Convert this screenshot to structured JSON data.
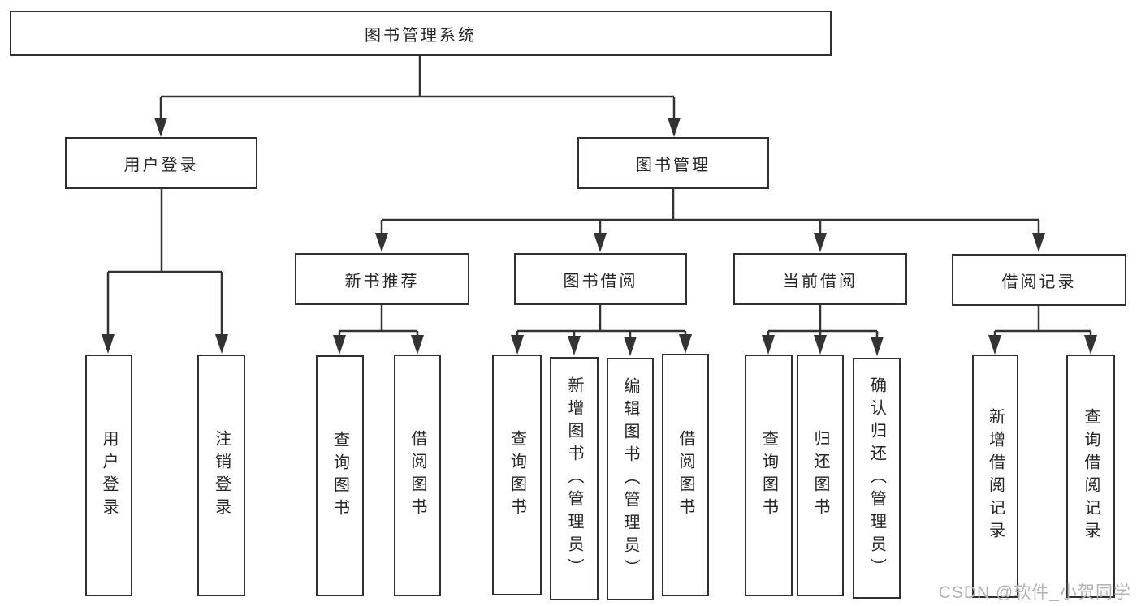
{
  "diagram": {
    "nodes": {
      "root": "图书管理系统",
      "user_login": "用户登录",
      "book_mgmt": "图书管理",
      "new_book_rec": "新书推荐",
      "book_borrow": "图书借阅",
      "current_borrow": "当前借阅",
      "borrow_record": "借阅记录",
      "leaf_user_login": "用户登录",
      "leaf_logout": "注销登录",
      "leaf_query_book_rec": "查询图书",
      "leaf_borrow_book_rec": "借阅图书",
      "leaf_query_book_borrow": "查询图书",
      "leaf_add_book": "新增图书（管理员）",
      "leaf_edit_book": "编辑图书（管理员）",
      "leaf_borrow_book_borrow": "借阅图书",
      "leaf_query_book_current": "查询图书",
      "leaf_return_book": "归还图书",
      "leaf_confirm_return": "确认归还（管理员）",
      "leaf_add_record": "新增借阅记录",
      "leaf_query_record": "查询借阅记录"
    },
    "watermark": "CSDN @软件_小贺同学",
    "colors": {
      "line": "#333333",
      "box_border": "#303030",
      "text": "#262626",
      "watermark": "#b3b3b3",
      "background": "#ffffff"
    }
  }
}
